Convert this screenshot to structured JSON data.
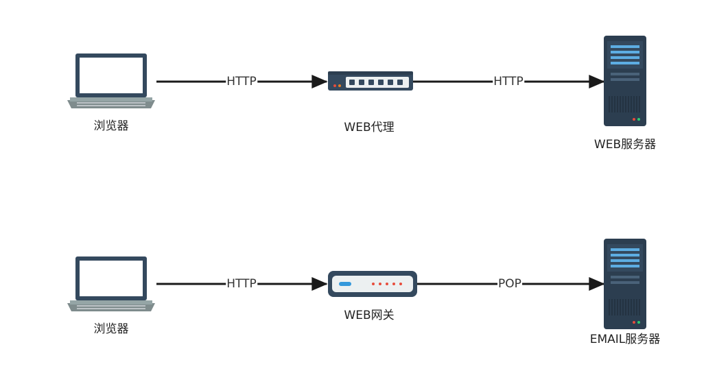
{
  "diagram": {
    "row1": {
      "client_label": "浏览器",
      "proxy_label": "WEB代理",
      "server_label": "WEB服务器",
      "edge1_label": "HTTP",
      "edge2_label": "HTTP"
    },
    "row2": {
      "client_label": "浏览器",
      "gateway_label": "WEB网关",
      "server_label": "EMAIL服务器",
      "edge1_label": "HTTP",
      "edge2_label": "POP"
    }
  },
  "icons": {
    "client": "laptop-icon",
    "proxy": "network-switch-icon",
    "gateway": "router-icon",
    "server": "server-tower-icon"
  },
  "colors": {
    "line": "#1a1a1a",
    "device_dark": "#34495e",
    "screen": "#ffffff",
    "accent_blue": "#3498db",
    "accent_red": "#e74c3c"
  }
}
